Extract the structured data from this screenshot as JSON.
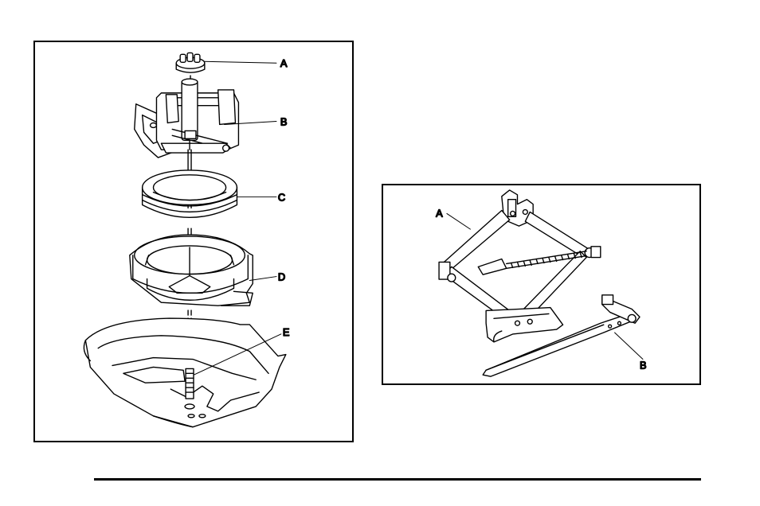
{
  "figures": {
    "spare_tire_hoist": {
      "callouts": {
        "a": "A",
        "b": "B",
        "c": "C",
        "d": "D",
        "e": "E"
      }
    },
    "scissor_jack": {
      "callouts": {
        "a": "A",
        "b": "B"
      }
    }
  },
  "colors": {
    "line": "#000000",
    "background": "#ffffff"
  }
}
